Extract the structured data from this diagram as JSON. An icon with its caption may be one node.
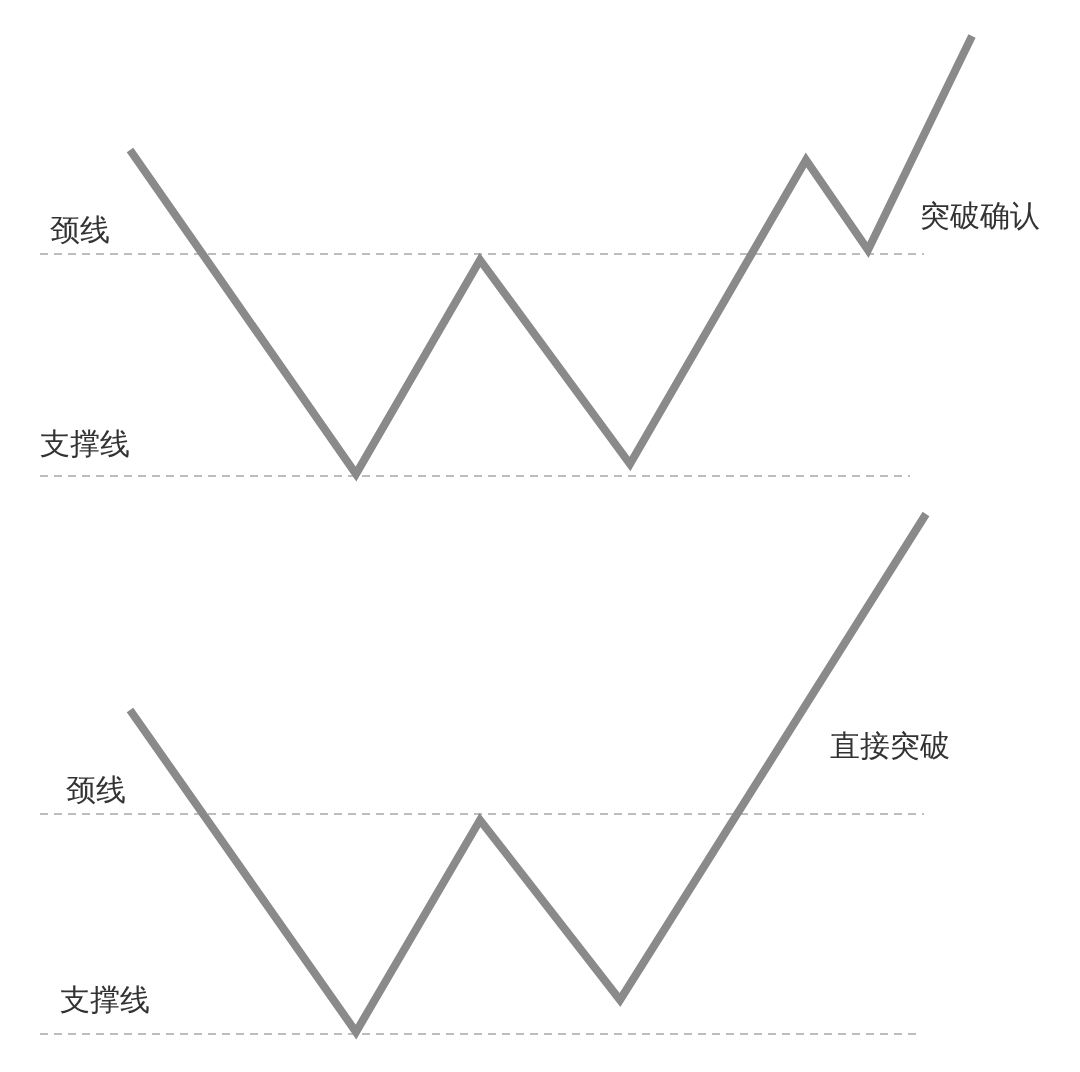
{
  "diagram": {
    "labels": [
      "颈线",
      "支撑线",
      "突破确认",
      "颈线",
      "支撑线",
      "直接突破"
    ]
  }
}
